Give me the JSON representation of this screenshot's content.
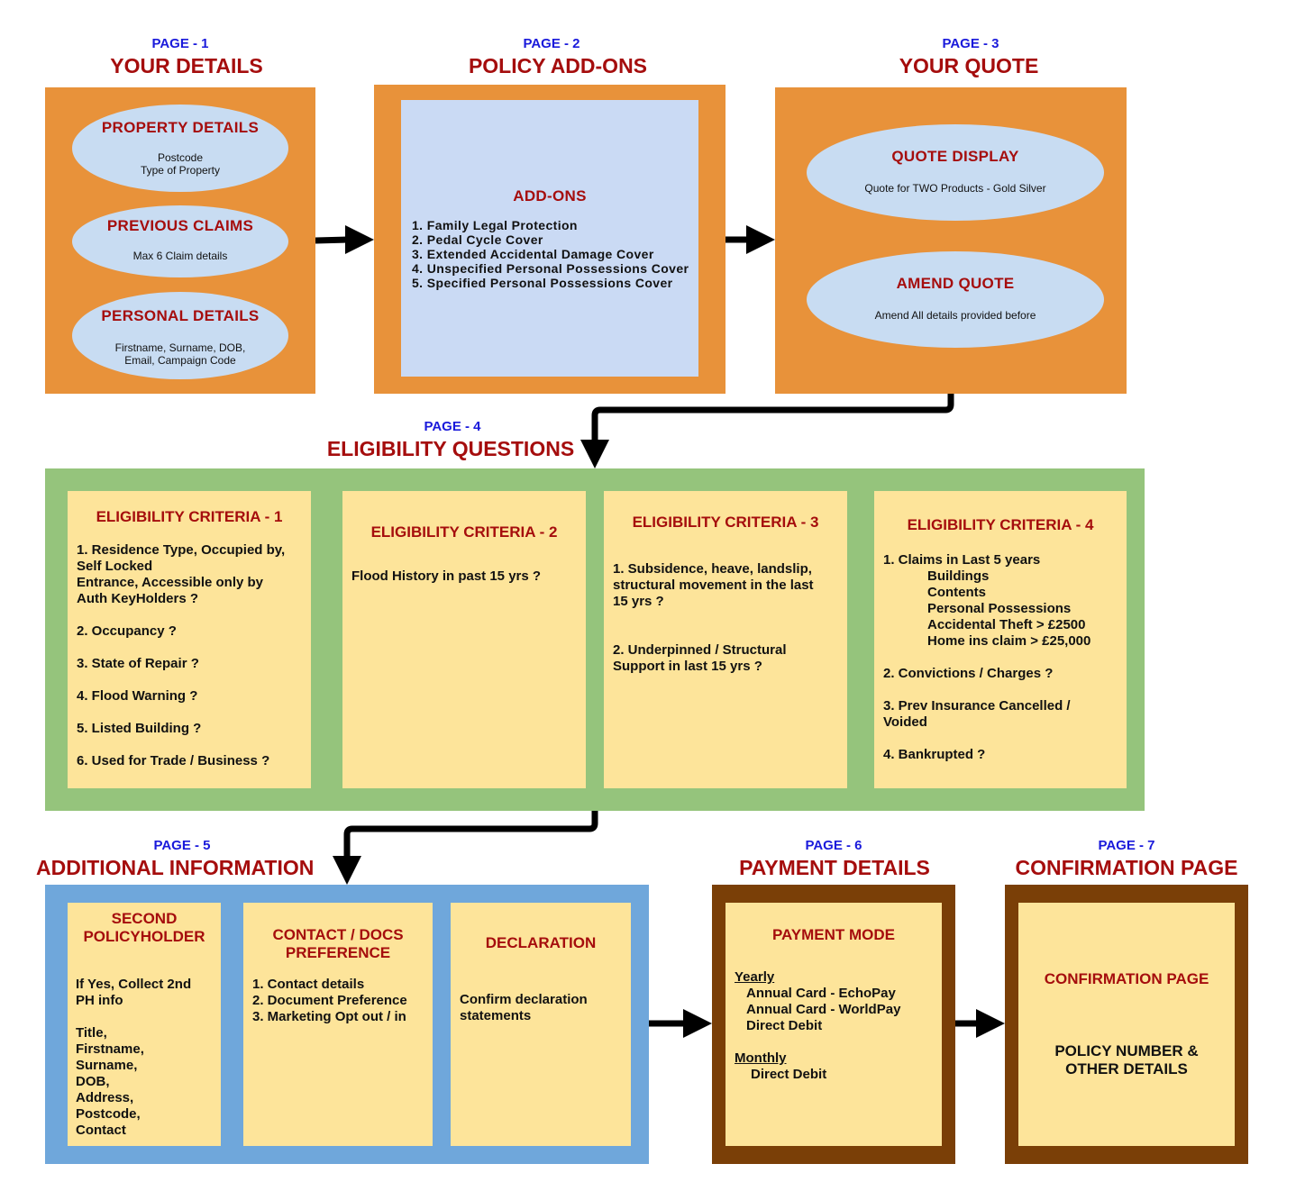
{
  "page1": {
    "page_num": "PAGE - 1",
    "title": "YOUR DETAILS",
    "property": {
      "title": "PROPERTY DETAILS",
      "lines": [
        "Postcode",
        "Type of Property"
      ]
    },
    "claims": {
      "title": "PREVIOUS CLAIMS",
      "lines": [
        "Max 6 Claim details"
      ]
    },
    "personal": {
      "title": "PERSONAL DETAILS",
      "lines": [
        "Firstname, Surname, DOB,",
        "Email, Campaign Code"
      ]
    }
  },
  "page2": {
    "page_num": "PAGE - 2",
    "title": "POLICY ADD-ONS",
    "box_title": "ADD-ONS",
    "items": [
      "1. Family Legal Protection",
      "2. Pedal Cycle Cover",
      "3. Extended Accidental Damage Cover",
      "4. Unspecified Personal Possessions Cover",
      "5. Specified Personal Possessions Cover"
    ]
  },
  "page3": {
    "page_num": "PAGE - 3",
    "title": "YOUR QUOTE",
    "display": {
      "title": "QUOTE DISPLAY",
      "line": "Quote for TWO Products - Gold Silver"
    },
    "amend": {
      "title": "AMEND QUOTE",
      "line": "Amend All details provided before"
    }
  },
  "page4": {
    "page_num": "PAGE - 4",
    "title": "ELIGIBILITY QUESTIONS",
    "c1": {
      "title": "ELIGIBILITY CRITERIA - 1",
      "q1": [
        "1. Residence Type, Occupied by,",
        "Self Locked",
        "Entrance, Accessible only by",
        "Auth KeyHolders ?"
      ],
      "q2": "2. Occupancy ?",
      "q3": "3. State of Repair ?",
      "q4": "4. Flood Warning ?",
      "q5": "5. Listed Building ?",
      "q6": "6. Used for Trade / Business ?"
    },
    "c2": {
      "title": "ELIGIBILITY CRITERIA - 2",
      "q1": "Flood History in past 15 yrs ?"
    },
    "c3": {
      "title": "ELIGIBILITY CRITERIA - 3",
      "q1": [
        "1. Subsidence, heave, landslip,",
        "structural movement in the last",
        "15 yrs ?"
      ],
      "q2": [
        "2. Underpinned /  Structural",
        "Support in last 15 yrs ?"
      ]
    },
    "c4": {
      "title": "ELIGIBILITY CRITERIA - 4",
      "q1": "1. Claims in Last 5 years",
      "q1_sub": [
        "Buildings",
        "Contents",
        "Personal Possessions",
        "Accidental Theft > £2500",
        "Home ins claim > £25,000"
      ],
      "q2": "2. Convictions / Charges ?",
      "q3": [
        "3. Prev Insurance Cancelled /",
        "Voided"
      ],
      "q4": "4. Bankrupted ?"
    }
  },
  "page5": {
    "page_num": "PAGE - 5",
    "title": "ADDITIONAL INFORMATION",
    "second": {
      "title": [
        "SECOND",
        "POLICYHOLDER"
      ],
      "intro": [
        "If Yes, Collect 2nd",
        "PH info"
      ],
      "fields": [
        "Title,",
        "Firstname,",
        "Surname,",
        "DOB,",
        "Address,",
        "Postcode,",
        "Contact"
      ]
    },
    "contact": {
      "title": [
        "CONTACT / DOCS",
        "PREFERENCE"
      ],
      "items": [
        "1. Contact details",
        "2. Document Preference",
        "3. Marketing Opt out / in"
      ]
    },
    "declaration": {
      "title": "DECLARATION",
      "lines": [
        "Confirm declaration",
        "statements"
      ]
    }
  },
  "page6": {
    "page_num": "PAGE - 6",
    "title": "PAYMENT DETAILS",
    "box_title": "PAYMENT MODE",
    "yearly_label": "Yearly",
    "yearly": [
      "Annual Card - EchoPay",
      "Annual Card - WorldPay",
      "Direct Debit"
    ],
    "monthly_label": "Monthly",
    "monthly": [
      "Direct Debit"
    ]
  },
  "page7": {
    "page_num": "PAGE - 7",
    "title": "CONFIRMATION PAGE",
    "box_title": "CONFIRMATION PAGE",
    "lines": [
      "POLICY NUMBER &",
      "OTHER DETAILS"
    ]
  }
}
